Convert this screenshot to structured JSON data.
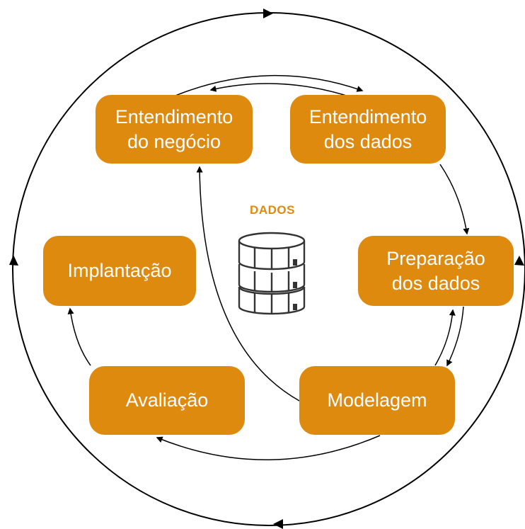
{
  "diagram": {
    "center_label": "DADOS",
    "phases": {
      "business": "Entendimento\ndo negócio",
      "data_understanding": "Entendimento\ndos dados",
      "preparation": "Preparação\ndos dados",
      "modeling": "Modelagem",
      "evaluation": "Avaliação",
      "deployment": "Implantação"
    },
    "colors": {
      "box_fill": "#de8a0e",
      "box_text": "#ffffff",
      "label": "#de8a0e",
      "lines": "#000000",
      "database_stroke": "#333333"
    },
    "icons": [
      "database-icon",
      "arrowhead-icon"
    ]
  }
}
